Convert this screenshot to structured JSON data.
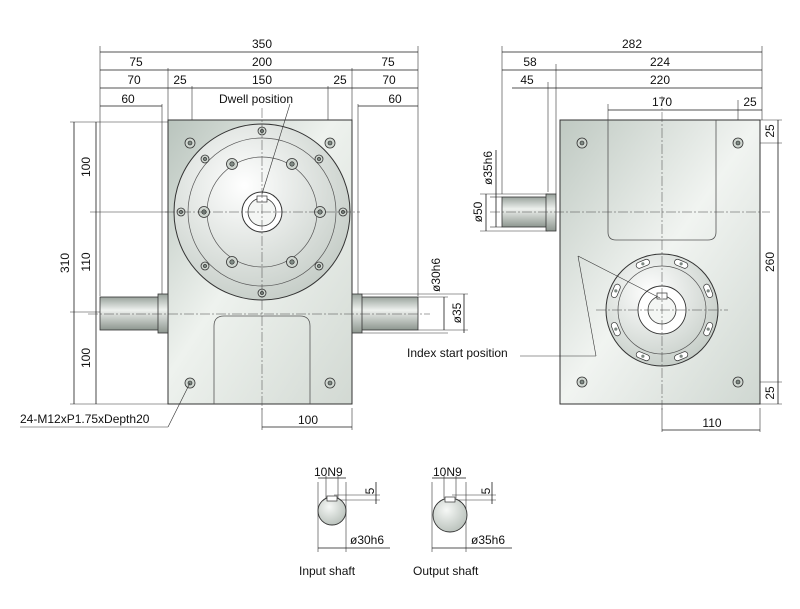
{
  "front": {
    "dims": {
      "overall_width": "350",
      "top_left": "75",
      "top_mid": "200",
      "top_right": "75",
      "second_left": "70",
      "second_a": "25",
      "second_mid": "150",
      "second_b": "25",
      "second_right": "70",
      "third_left": "60",
      "third_right": "60",
      "height_total": "310",
      "height_top": "100",
      "height_mid": "110",
      "height_bot": "100",
      "shaft_dia": "ø30h6",
      "shaft_dia2": "ø35",
      "bottom_width": "100"
    },
    "labels": {
      "dwell": "Dwell position",
      "tapped": "24-M12xP1.75xDepth20"
    }
  },
  "side": {
    "dims": {
      "overall_width": "282",
      "top_left": "58",
      "top_right": "224",
      "second_left": "45",
      "second_right": "220",
      "third_mid": "170",
      "third_right": "25",
      "shaft_dia": "ø35h6",
      "flange_dia": "ø50",
      "height": "260",
      "top_offset": "25",
      "bottom_offset": "25",
      "bottom_width": "110"
    },
    "labels": {
      "index": "Index start position"
    }
  },
  "shafts": {
    "input": {
      "key": "10N9",
      "depth": "5",
      "dia": "ø30h6",
      "label": "Input shaft"
    },
    "output": {
      "key": "10N9",
      "depth": "5",
      "dia": "ø35h6",
      "label": "Output shaft"
    }
  },
  "colors": {
    "body_light": "#eef2ee",
    "body_dark": "#b7c2bb",
    "shaft": "#c9cfcb"
  }
}
